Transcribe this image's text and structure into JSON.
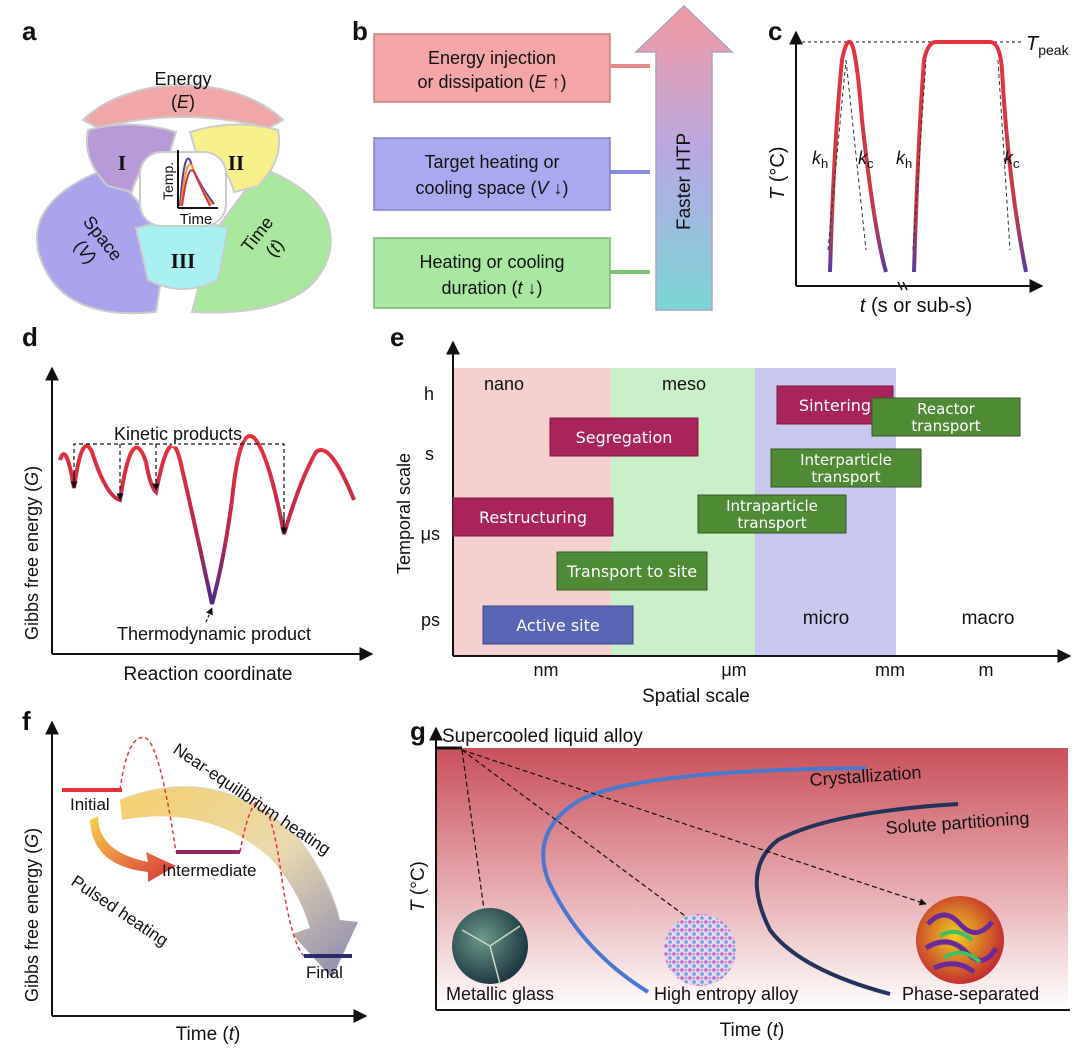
{
  "panel_labels": {
    "a": "a",
    "b": "b",
    "c": "c",
    "d": "d",
    "e": "e",
    "f": "f",
    "g": "g"
  },
  "a": {
    "energy_l1": "Energy",
    "energy_l2_pre": "(",
    "energy_var": "E",
    "energy_l2_post": ")",
    "space_l1": "Space",
    "space_var": "V",
    "time_l1": "Time",
    "time_var": "t",
    "region_1": "I",
    "region_2": "II",
    "region_3": "III",
    "inset_y": "Temp.",
    "inset_x": "Time"
  },
  "b": {
    "box1_l1": "Energy injection",
    "box1_l2_pre": "or dissipation (",
    "box1_var": "E",
    "box1_l2_post": " ↑)",
    "box2_l1": "Target heating or",
    "box2_l2_pre": "cooling space (",
    "box2_var": "V",
    "box2_l2_post": " ↓)",
    "box3_l1": "Heating or cooling",
    "box3_l2_pre": "duration (",
    "box3_var": "t",
    "box3_l2_post": " ↓)",
    "arrow_label": "Faster HTP",
    "colors": {
      "energy": "#f4a6a6",
      "space": "#a9a9f0",
      "time": "#a8e8a0",
      "arrow_top": "#f39aa0",
      "arrow_bottom": "#7ad6d6"
    }
  },
  "c": {
    "ylabel_var": "T",
    "ylabel_unit": " (°C)",
    "xlabel_var": "t",
    "xlabel_unit": " (s or sub-s)",
    "peak_var": "T",
    "peak_sub": "peak",
    "k": "k",
    "h_sub": "h",
    "c_sub": "c"
  },
  "d": {
    "ylabel_pre": "Gibbs free energy (",
    "ylabel_var": "G",
    "ylabel_post": ")",
    "xlabel": "Reaction coordinate",
    "kinetic": "Kinetic products",
    "thermo": "Thermodynamic product"
  },
  "e": {
    "ylabel": "Temporal scale",
    "xlabel": "Spatial scale",
    "yticks": [
      "h",
      "s",
      "μs",
      "ps"
    ],
    "xticks": [
      "nm",
      "μm",
      "mm",
      "m"
    ],
    "regions": [
      "nano",
      "meso",
      "micro",
      "macro"
    ],
    "boxes": {
      "sintering": "Sintering",
      "reactor_1": "Reactor",
      "reactor_2": "transport",
      "segregation": "Segregation",
      "interparticle_1": "Interparticle",
      "interparticle_2": "transport",
      "restructuring": "Restructuring",
      "intraparticle_1": "Intraparticle",
      "intraparticle_2": "transport",
      "transport_site": "Transport to site",
      "active_site": "Active site"
    },
    "colors": {
      "nano": "#f6cfcf",
      "meso": "#c9f0c9",
      "micro": "#c8c8f0",
      "magenta": "#a8245a",
      "green": "#4f8b34",
      "blue": "#5966b4"
    }
  },
  "f": {
    "ylabel_pre": "Gibbs free energy (",
    "ylabel_var": "G",
    "ylabel_post": ")",
    "xlabel_pre": "Time (",
    "xlabel_var": "t",
    "xlabel_post": ")",
    "initial": "Initial",
    "intermediate": "Intermediate",
    "final": "Final",
    "near_eq": "Near-equilibrium heating",
    "pulsed": "Pulsed heating"
  },
  "g": {
    "title": "Supercooled liquid alloy",
    "ylabel_var": "T",
    "ylabel_unit": " (°C)",
    "xlabel_pre": "Time (",
    "xlabel_var": "t",
    "xlabel_post": ")",
    "crystallization": "Crystallization",
    "solute": "Solute partitioning",
    "metallic_glass": "Metallic glass",
    "hea": "High entropy alloy",
    "phase_sep": "Phase-separated"
  }
}
